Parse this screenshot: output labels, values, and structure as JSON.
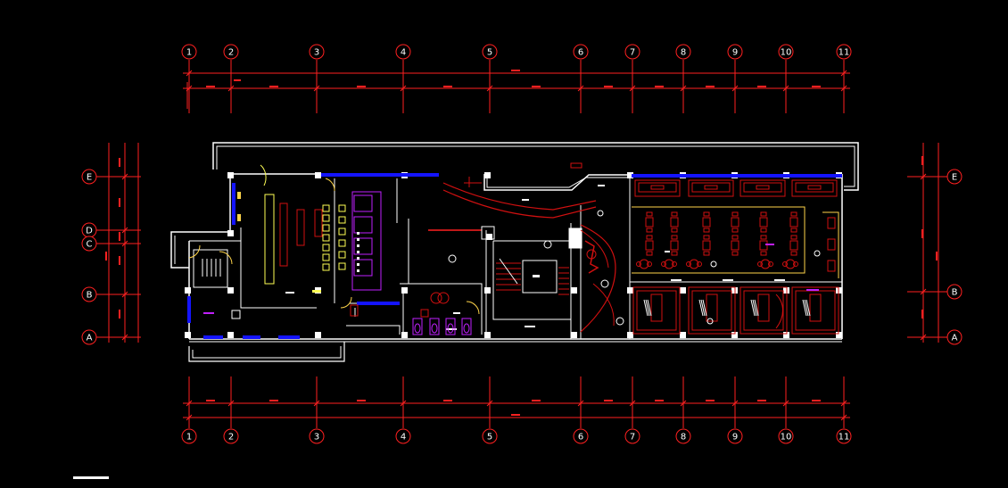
{
  "drawing": {
    "colors": {
      "background": "#000000",
      "wall": "#ffffff",
      "grid": "#ff2020",
      "furniture": "#d01010",
      "glass": "#1414ff",
      "fixture": "#c020ff",
      "stair": "#ffff55",
      "accent": "#ffd54a"
    },
    "title": "",
    "grid_columns": {
      "top": [
        "1",
        "2",
        "3",
        "4",
        "5",
        "6",
        "7",
        "8",
        "9",
        "10",
        "11"
      ],
      "bottom": [
        "1",
        "2",
        "3",
        "4",
        "5",
        "6",
        "7",
        "8",
        "9",
        "10",
        "11"
      ]
    },
    "grid_rows": {
      "left": [
        "E",
        "D",
        "C",
        "B",
        "A"
      ],
      "right": [
        "E",
        "B",
        "A"
      ]
    }
  }
}
